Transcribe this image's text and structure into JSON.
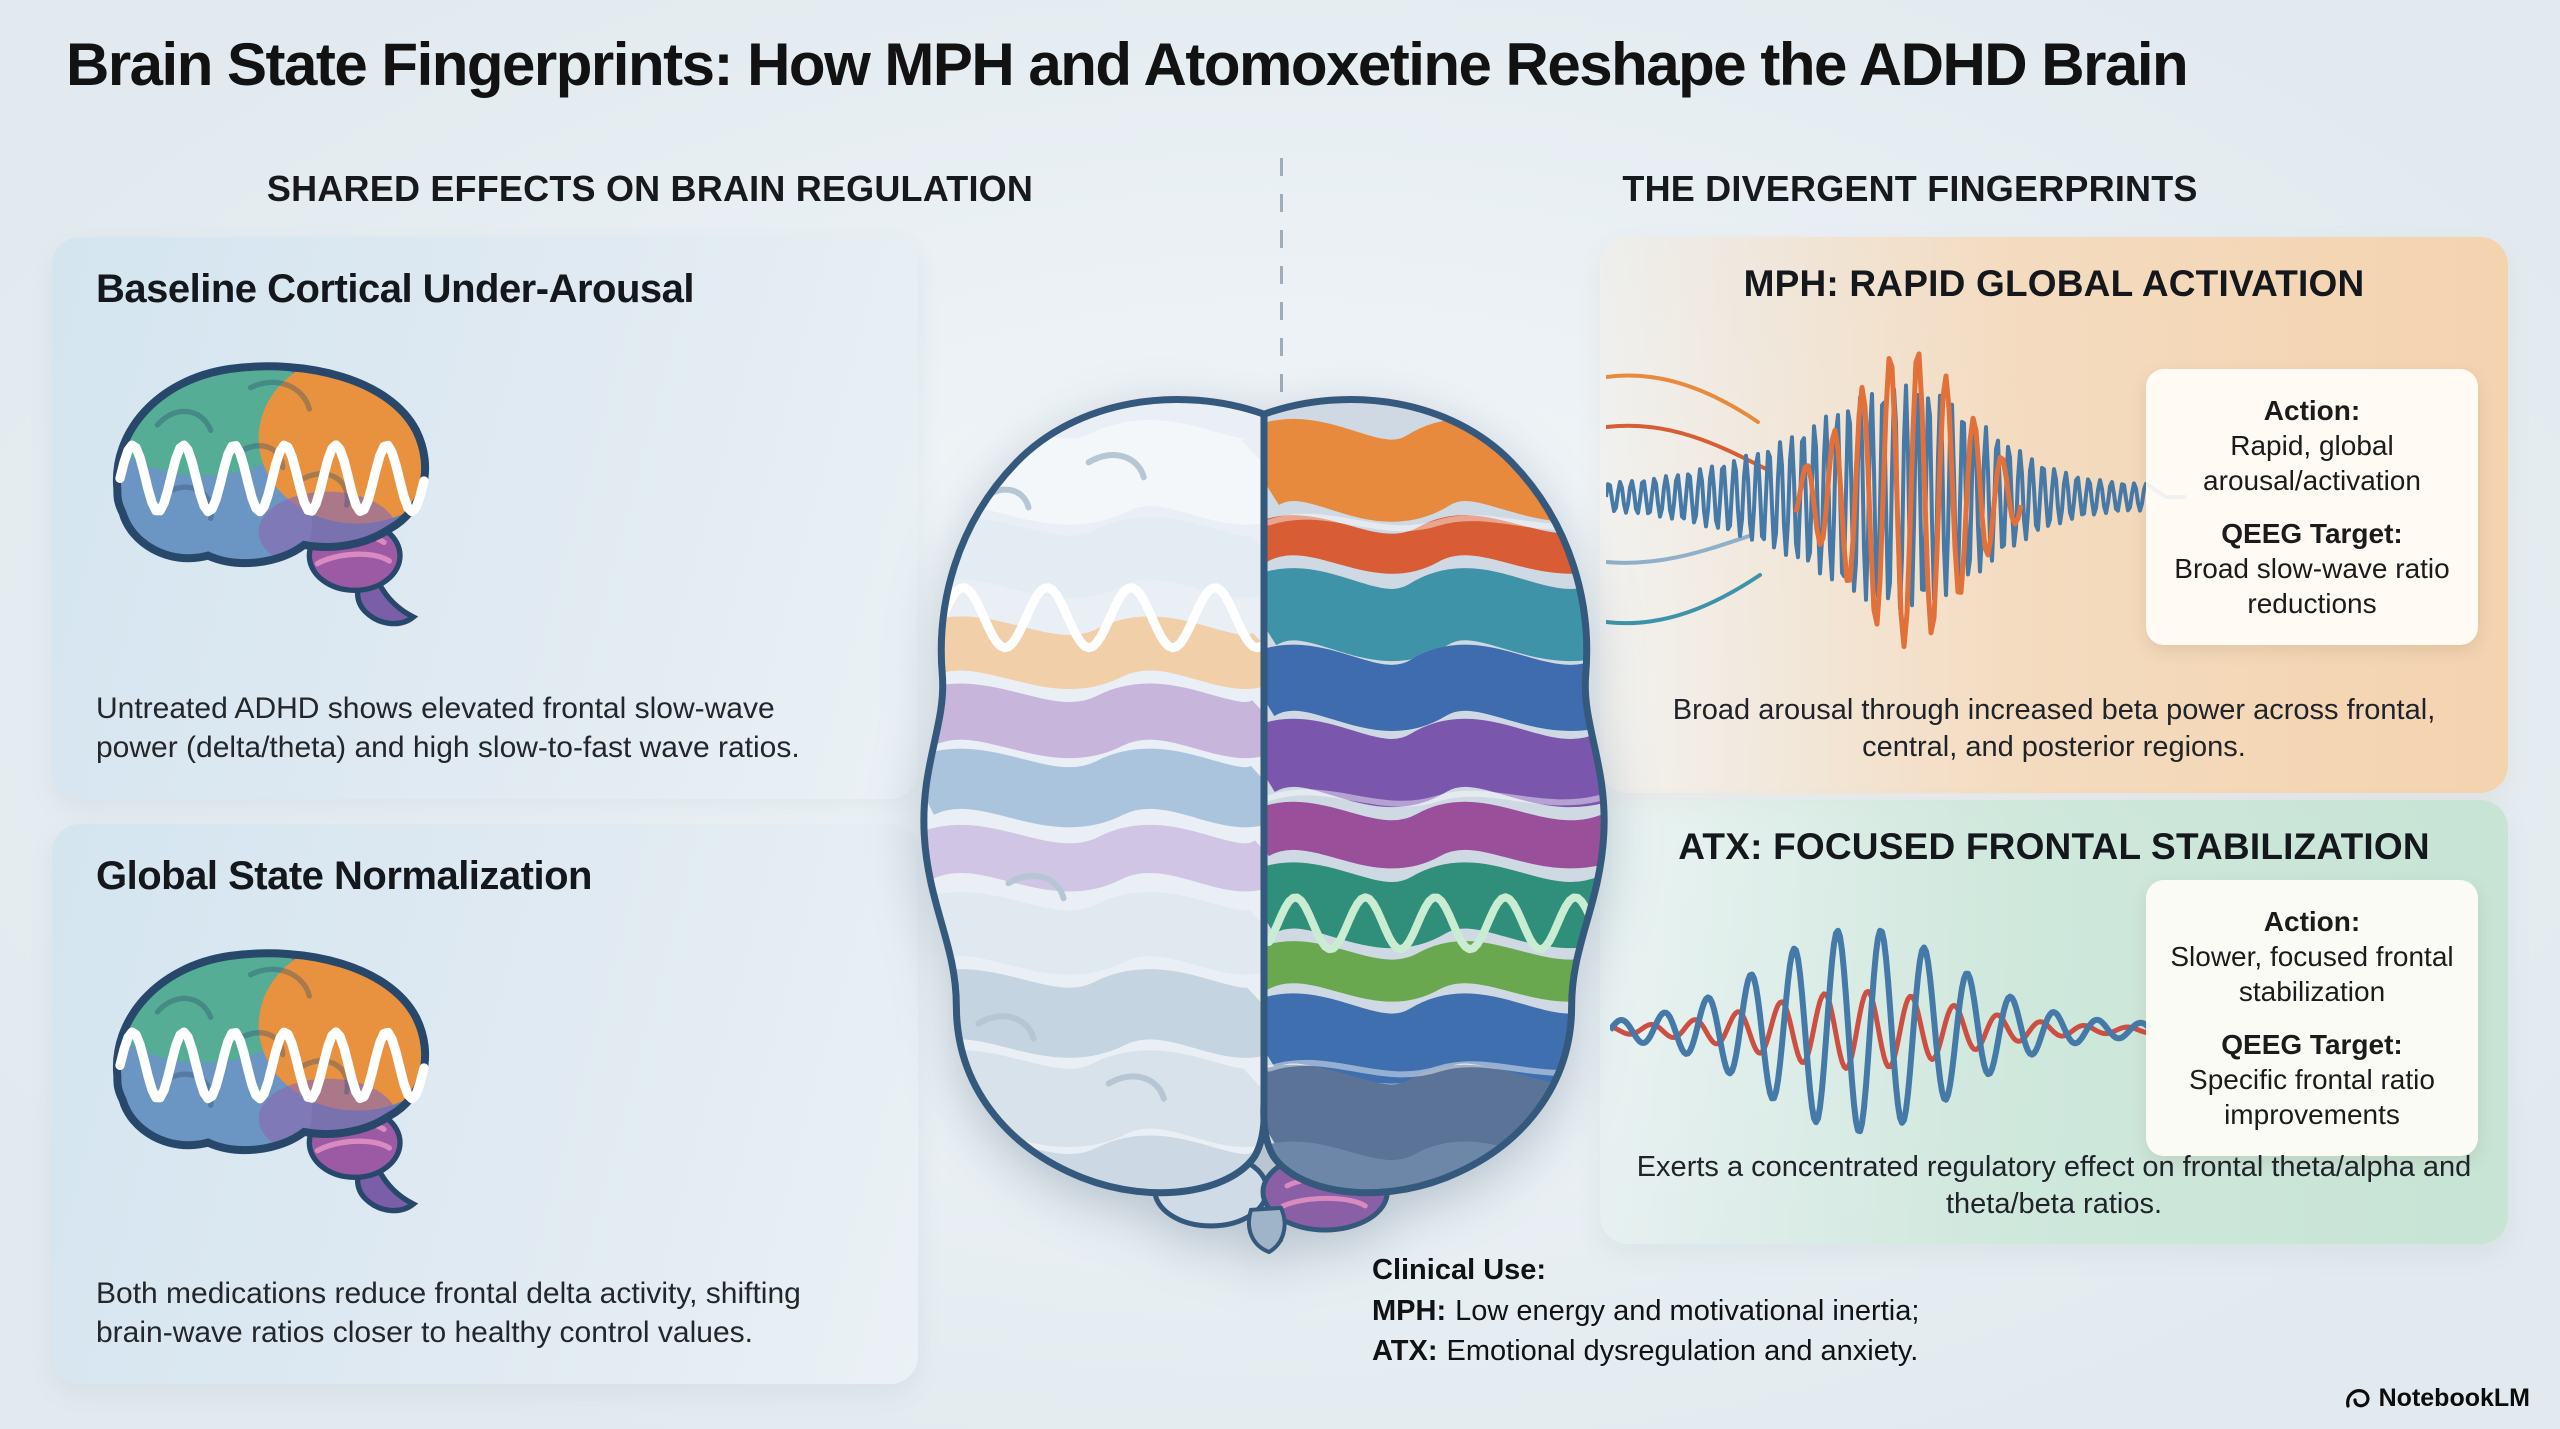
{
  "title": "Brain State Fingerprints: How MPH and Atomoxetine Reshape the ADHD Brain",
  "sections": {
    "left_header": "SHARED EFFECTS ON BRAIN REGULATION",
    "right_header": "THE DIVERGENT FINGERPRINTS"
  },
  "panels": {
    "baseline": {
      "heading": "Baseline Cortical Under-Arousal",
      "body": "Untreated ADHD shows elevated frontal slow-wave power (delta/theta) and high slow-to-fast wave ratios."
    },
    "normalization": {
      "heading": "Global State Normalization",
      "body": "Both medications reduce frontal delta activity, shifting brain-wave ratios closer to healthy control values."
    },
    "mph": {
      "heading": "MPH: RAPID GLOBAL ACTIVATION",
      "action_label": "Action:",
      "action_text": "Rapid, global arousal/activation",
      "qeeg_label": "QEEG Target:",
      "qeeg_text": "Broad slow-wave ratio reductions",
      "body": "Broad arousal through increased beta power across frontal, central, and posterior regions."
    },
    "atx": {
      "heading": "ATX: FOCUSED FRONTAL STABILIZATION",
      "action_label": "Action:",
      "action_text": "Slower, focused frontal stabilization",
      "qeeg_label": "QEEG Target:",
      "qeeg_text": "Specific frontal ratio improvements",
      "body": "Exerts a concentrated regulatory effect on frontal theta/alpha and theta/beta ratios."
    }
  },
  "clinical_use": {
    "label": "Clinical Use:",
    "mph_label": "MPH:",
    "mph_text": "Low energy and motivational inertia;",
    "atx_label": "ATX:",
    "atx_text": "Emotional dysregulation and anxiety."
  },
  "watermark": "NotebookLM",
  "colors": {
    "background": "#eaf0f4",
    "panel_blue": "#d4e5f0",
    "panel_peach": "#f4d3af",
    "panel_teal": "#c7e4d5",
    "wave_blue": "#4579a8",
    "wave_orange": "#e2703a",
    "wave_red": "#cc4f41",
    "outline_navy": "#35597c"
  },
  "icons": {
    "small_brain": "side-view-brain-with-eeg-wave",
    "center_brain_left": "pale-under-aroused-hemisphere",
    "center_brain_right": "colorful-activated-hemisphere",
    "mph_waveform": "high-amplitude-beta-burst-eeg",
    "atx_waveform": "smooth-focused-oscillation-eeg",
    "notebooklm_logo": "swoosh-mark"
  }
}
